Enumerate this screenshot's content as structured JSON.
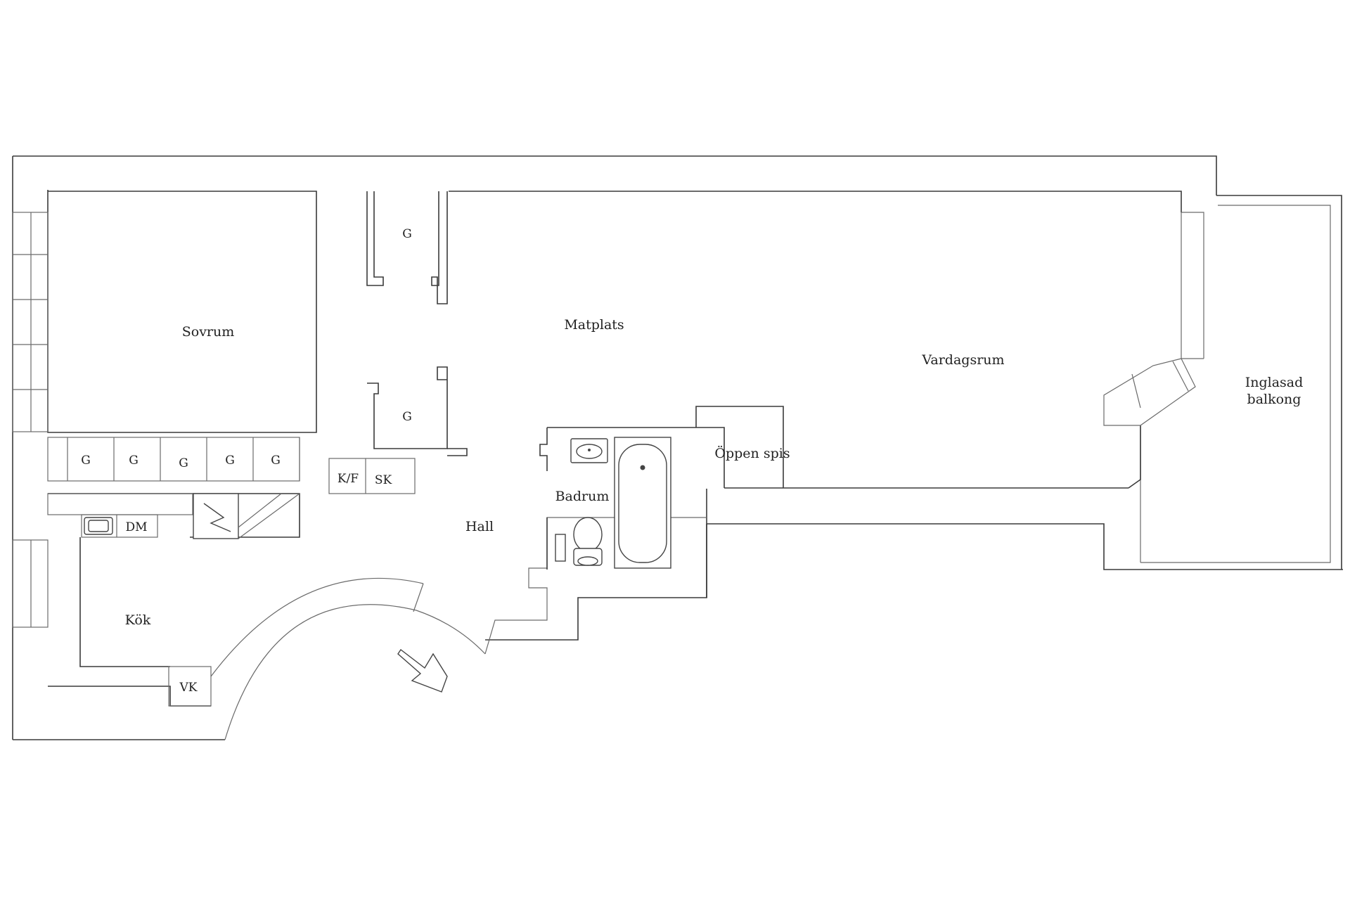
{
  "rooms": {
    "sovrum": "Sovrum",
    "matplats": "Matplats",
    "vardagsrum": "Vardagsrum",
    "balkong_line1": "Inglasad",
    "balkong_line2": "balkong",
    "oppen_spis": "Öppen spis",
    "badrum": "Badrum",
    "hall": "Hall",
    "kok": "Kök"
  },
  "fixtures": {
    "garderob": "G",
    "kf": "K/F",
    "sk": "SK",
    "dm": "DM",
    "vk": "VK"
  }
}
